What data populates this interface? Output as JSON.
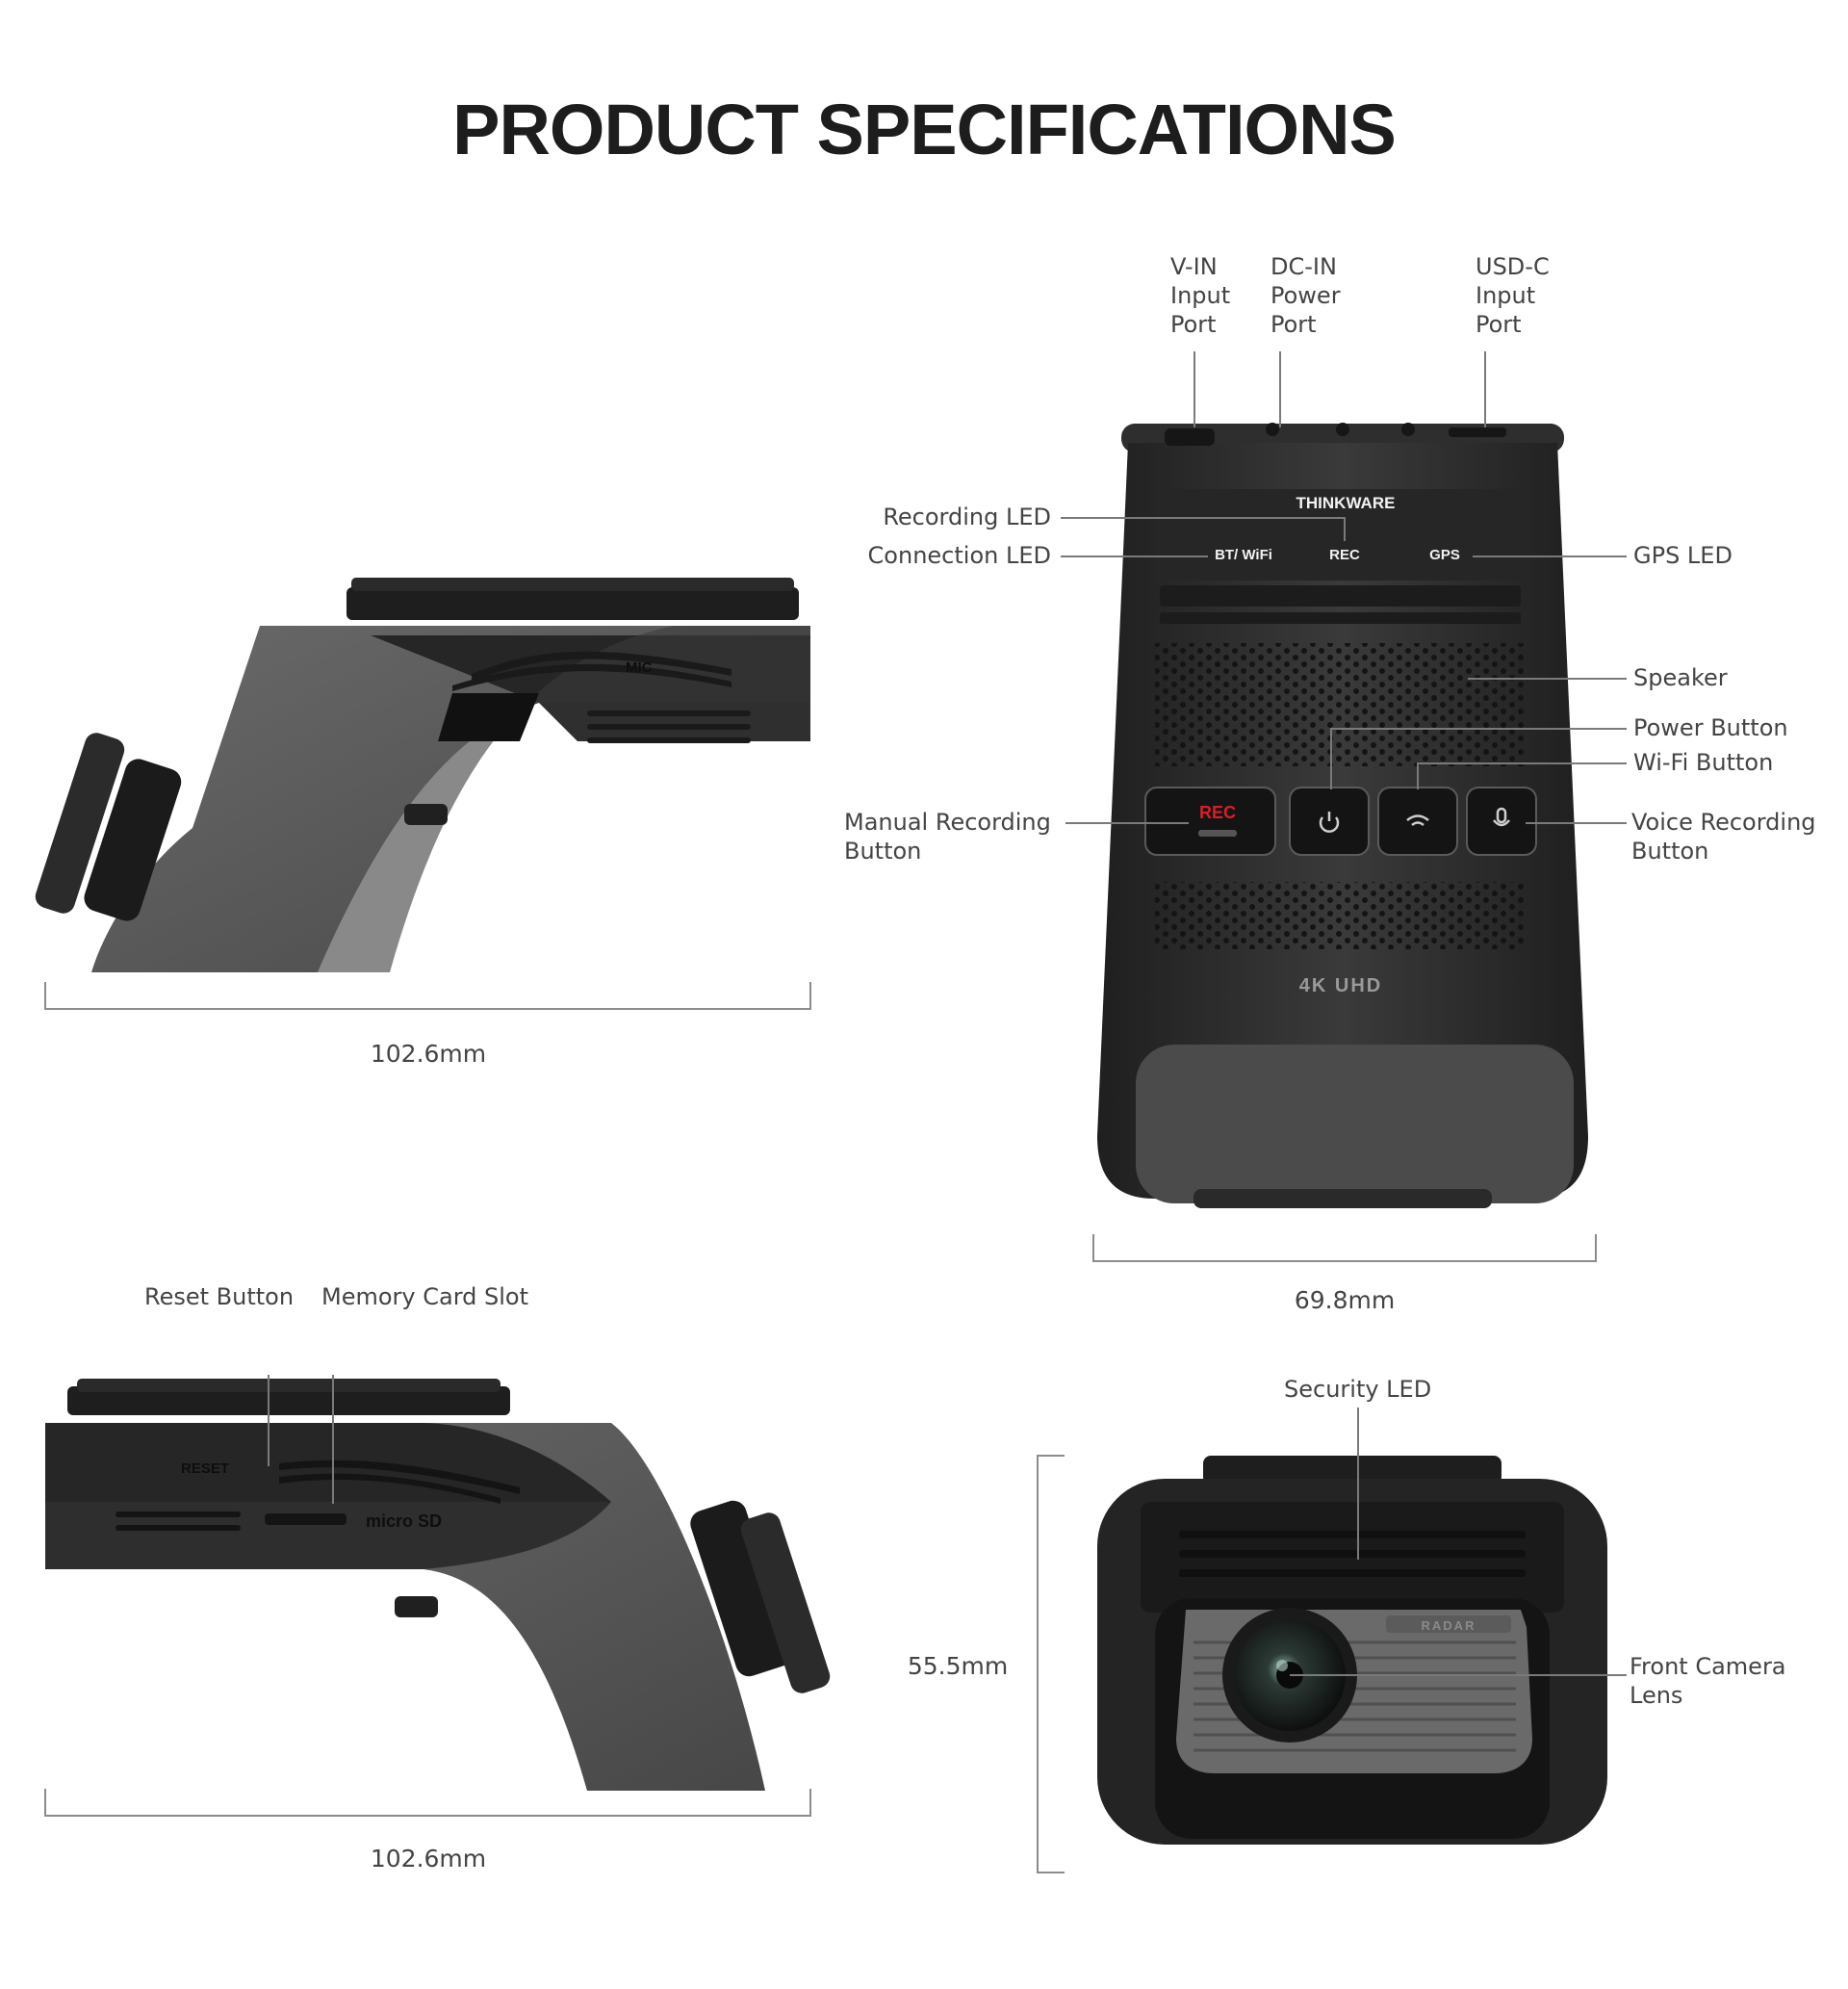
{
  "page": {
    "title": "PRODUCT SPECIFICATIONS"
  },
  "device_text": {
    "brand": "THINKWARE",
    "led_bt": "BT/ WiFi",
    "led_rec": "REC",
    "led_gps": "GPS",
    "rec_button": "REC",
    "resolution": "4K UHD",
    "mic": "MIC",
    "reset": "RESET",
    "microsd": "micro SD",
    "radar": "RADAR"
  },
  "labels": {
    "vin": "V-IN\nInput\nPort",
    "dcin": "DC-IN\nPower\nPort",
    "usbc": "USD-C\nInput\nPort",
    "recording_led": "Recording LED",
    "connection_led": "Connection LED",
    "gps_led": "GPS LED",
    "speaker": "Speaker",
    "power_button": "Power Button",
    "wifi_button": "Wi-Fi Button",
    "manual_recording_button": "Manual Recording\nButton",
    "voice_recording_button": "Voice Recording\nButton",
    "reset_button": "Reset Button",
    "memory_card_slot": "Memory Card Slot",
    "security_led": "Security LED",
    "front_camera_lens": "Front Camera\nLens"
  },
  "dimensions": {
    "side_top_length": "102.6mm",
    "front_width": "69.8mm",
    "side_bottom_length": "102.6mm",
    "lens_view_height": "55.5mm"
  },
  "colors": {
    "body_dark": "#2b2b2b",
    "body_grey": "#5f5f5f",
    "rec_red": "#d81f26"
  }
}
